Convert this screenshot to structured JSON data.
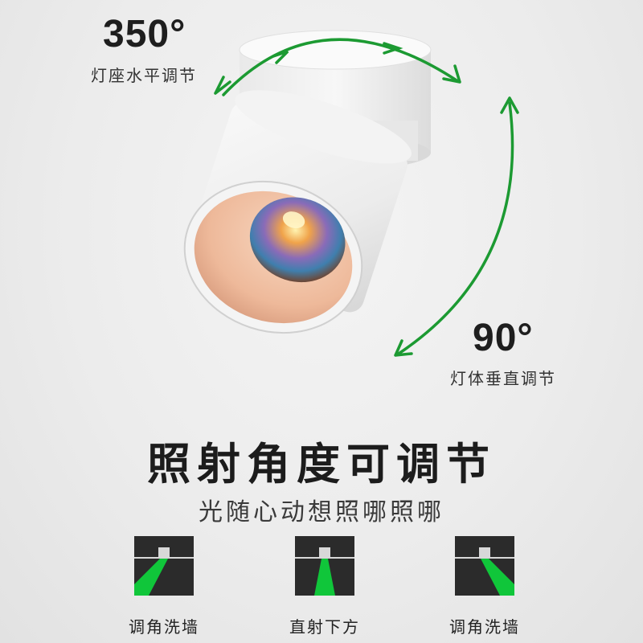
{
  "horizontal": {
    "angle": "350°",
    "caption": "灯座水平调节"
  },
  "vertical": {
    "angle": "90°",
    "caption": "灯体垂直调节"
  },
  "title": "照射角度可调节",
  "subtitle": "光随心动想照哪照哪",
  "modes": [
    {
      "label": "调角洗墙",
      "icon": "wall-wash-left-icon"
    },
    {
      "label": "直射下方",
      "icon": "direct-down-icon"
    },
    {
      "label": "调角洗墙",
      "icon": "wall-wash-right-icon"
    }
  ],
  "colors": {
    "arrow": "#1c9a32",
    "beam": "#10c63a",
    "icon_bg": "#2b2b2b"
  }
}
